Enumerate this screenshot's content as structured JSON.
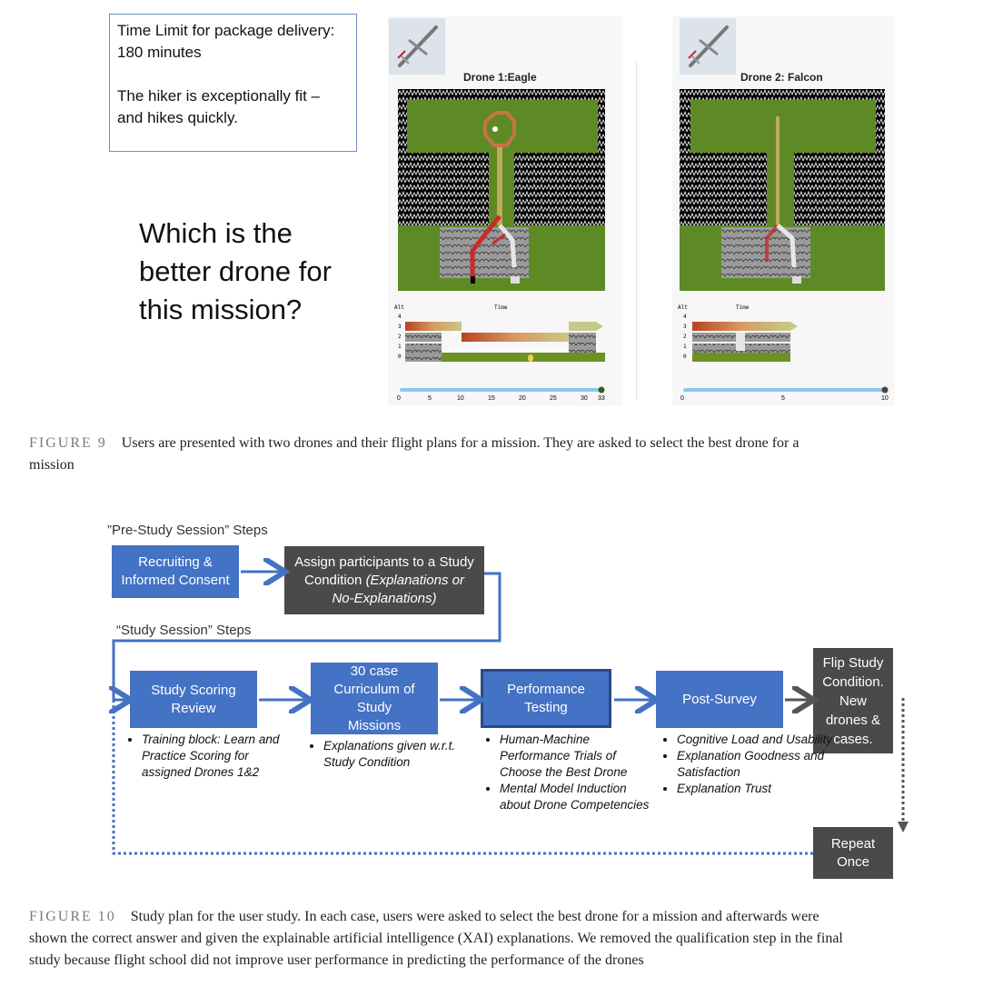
{
  "figure9": {
    "info": {
      "line1": "Time Limit for package delivery:",
      "line2": "180 minutes",
      "line3": "The hiker is exceptionally fit –",
      "line4": "and hikes quickly."
    },
    "question": [
      "Which is the",
      "better drone for",
      "this mission?"
    ],
    "drone1": {
      "title": "Drone 1:Eagle",
      "timeline_ticks": [
        "0",
        "5",
        "10",
        "15",
        "20",
        "25",
        "30",
        "33"
      ],
      "progress": 1.0,
      "alt_ticks": [
        "4",
        "3",
        "2",
        "1",
        "0"
      ],
      "alt_label": "Alt",
      "time_label": "Time"
    },
    "drone2": {
      "title": "Drone 2: Falcon",
      "timeline_ticks": [
        "0",
        "5",
        "10"
      ],
      "progress": 1.0,
      "alt_ticks": [
        "4",
        "3",
        "2",
        "1",
        "0"
      ],
      "alt_label": "Alt",
      "time_label": "Time"
    },
    "caption_label": "FIGURE 9",
    "caption_text": "Users are presented with two drones and their flight plans for a mission. They are asked to select the best drone for a",
    "caption_text2": "mission"
  },
  "figure10": {
    "pre_study_title": "”Pre-Study Session” Steps",
    "study_title": "“Study Session” Steps",
    "recruit": [
      "Recruiting &",
      "Informed Consent"
    ],
    "assign": {
      "line1": "Assign  participants to a Study",
      "line2a": "Condition ",
      "line2b": "(Explanations or",
      "line3": "No-Explanations)"
    },
    "scoring": [
      "Study Scoring",
      "Review"
    ],
    "curriculum": [
      "30 case",
      "Curriculum of",
      "Study",
      "Missions"
    ],
    "performance": [
      "Performance",
      "Testing"
    ],
    "postsurvey": "Post-Survey",
    "flip": [
      "Flip Study",
      "Condition.",
      "New",
      "drones &",
      "cases."
    ],
    "repeat": [
      "Repeat",
      "Once"
    ],
    "bullets_scoring": [
      "Training block: Learn and Practice Scoring for assigned Drones 1&2"
    ],
    "bullets_curriculum": [
      "Explanations given w.r.t. Study Condition"
    ],
    "bullets_performance": [
      "Human-Machine Performance Trials of Choose the Best Drone",
      "Mental Model Induction about Drone Competencies"
    ],
    "bullets_postsurvey": [
      "Cognitive Load and Usability",
      "Explanation Goodness and Satisfaction",
      "Explanation Trust"
    ],
    "caption_label": "FIGURE 10",
    "caption_line1": "Study plan for the user study. In each case, users were asked to select the best drone for a mission and afterwards were",
    "caption_line2": "shown the correct answer and given the explainable artificial intelligence (XAI) explanations. We removed the qualification step in the final",
    "caption_line3": "study because flight school did not improve user performance in predicting the performance of the drones"
  },
  "colors": {
    "blue": "#4472c4",
    "dark": "#4a4a4a",
    "grass": "#5e8a25",
    "timeline": "#87c9f0"
  }
}
